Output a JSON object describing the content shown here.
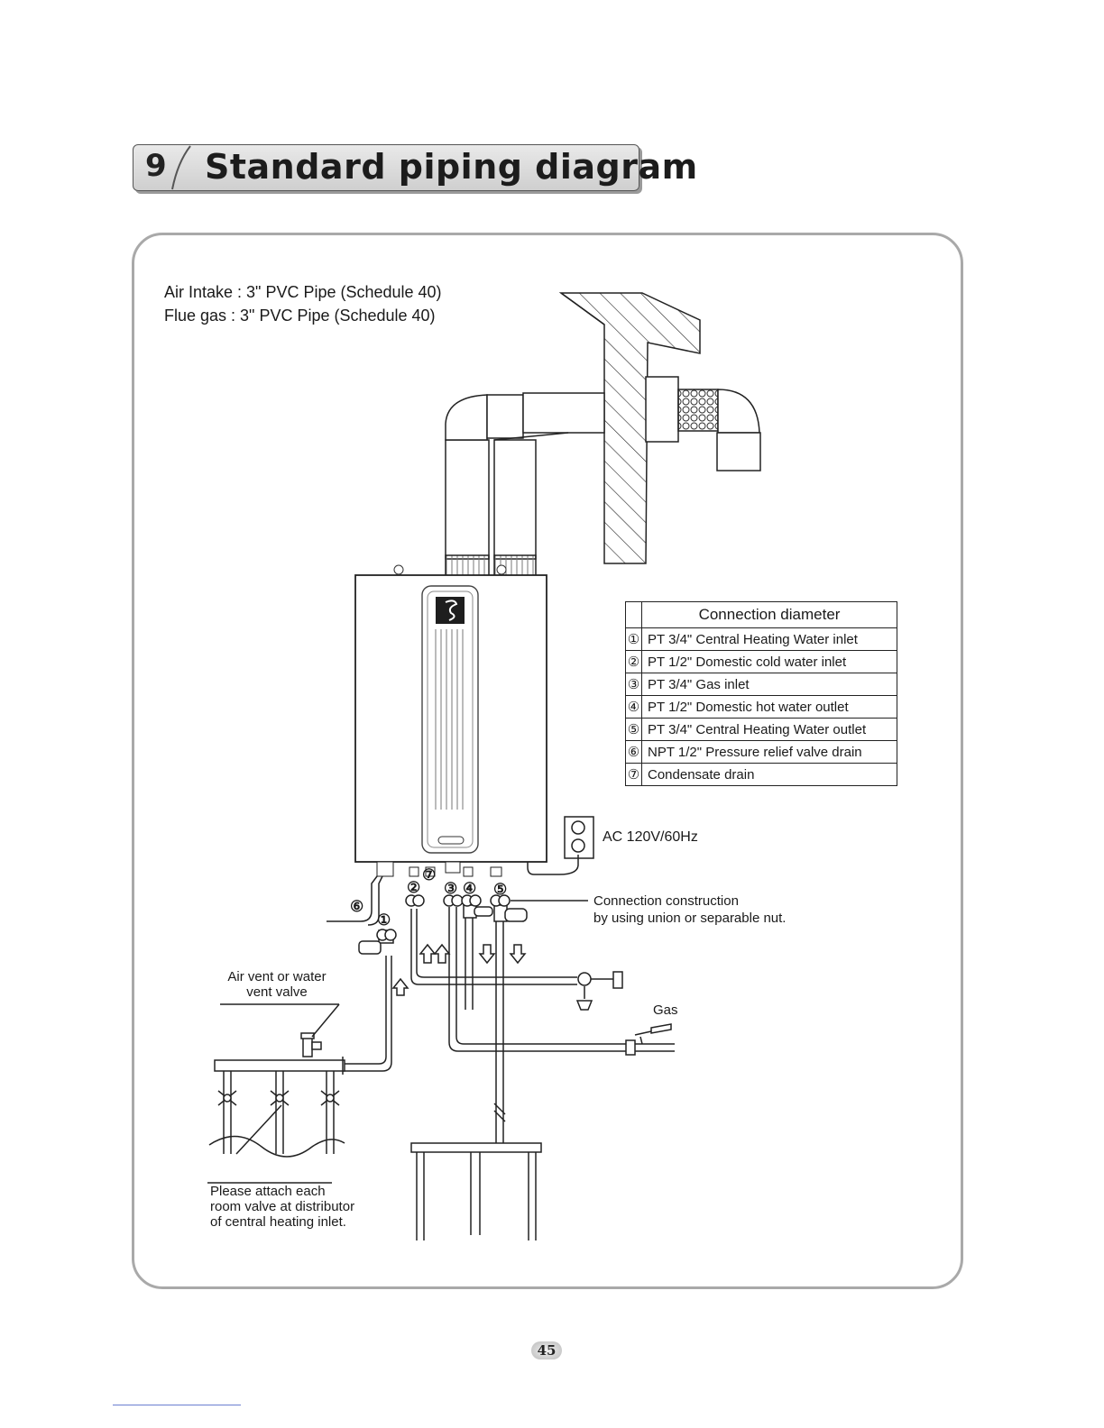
{
  "header": {
    "number": "9",
    "title": "Standard piping diagram"
  },
  "pipe_spec": {
    "line1": "Air Intake : 3\" PVC Pipe (Schedule 40)",
    "line2": "Flue gas : 3\" PVC Pipe (Schedule 40)"
  },
  "connection_table": {
    "heading": "Connection diameter",
    "rows": [
      {
        "num": "①",
        "desc": "PT 3/4\" Central Heating Water inlet"
      },
      {
        "num": "②",
        "desc": "PT 1/2\" Domestic cold water inlet"
      },
      {
        "num": "③",
        "desc": "PT 3/4\" Gas inlet"
      },
      {
        "num": "④",
        "desc": "PT 1/2\" Domestic hot water outlet"
      },
      {
        "num": "⑤",
        "desc": "PT 3/4\" Central Heating Water outlet"
      },
      {
        "num": "⑥",
        "desc": "NPT 1/2\" Pressure relief valve drain"
      },
      {
        "num": "⑦",
        "desc": "Condensate drain"
      }
    ]
  },
  "labels": {
    "power": "AC 120V/60Hz",
    "connection_construction_1": "Connection construction",
    "connection_construction_2": "by using union or separable nut.",
    "air_vent_1": "Air vent or water",
    "air_vent_2": "vent valve",
    "gas": "Gas",
    "attach_1": "Please attach each",
    "attach_2": "room valve at distributor",
    "attach_3": "of central heating inlet."
  },
  "connector_markers": {
    "c1": "①",
    "c2": "②",
    "c3": "③",
    "c4": "④",
    "c5": "⑤",
    "c6": "⑥",
    "c7": "⑦"
  },
  "page_number": "45"
}
